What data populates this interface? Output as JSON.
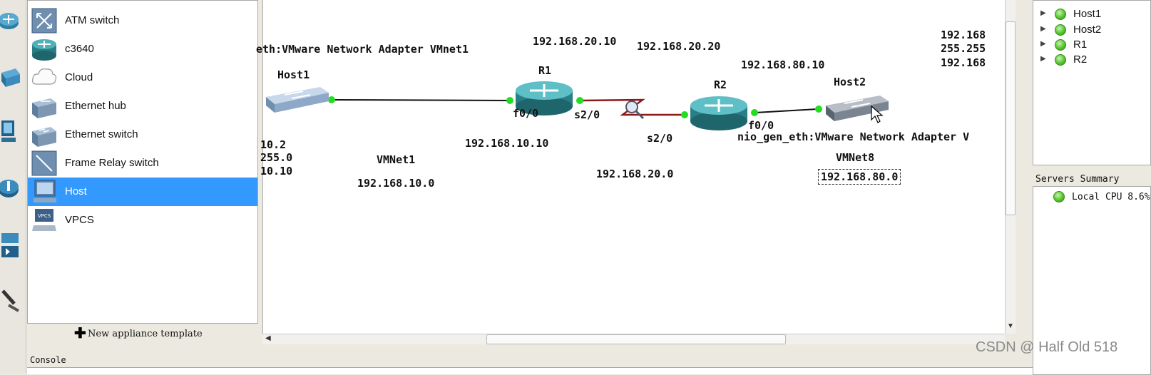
{
  "devices": [
    {
      "label": "ATM switch",
      "icon": "atm-switch-icon"
    },
    {
      "label": "c3640",
      "icon": "router-icon"
    },
    {
      "label": "Cloud",
      "icon": "cloud-icon"
    },
    {
      "label": "Ethernet hub",
      "icon": "ethernet-hub-icon"
    },
    {
      "label": "Ethernet switch",
      "icon": "ethernet-switch-icon"
    },
    {
      "label": "Frame Relay switch",
      "icon": "frame-relay-switch-icon"
    },
    {
      "label": "Host",
      "icon": "host-icon",
      "selected": true
    },
    {
      "label": "VPCS",
      "icon": "vpcs-icon"
    }
  ],
  "vpcs_icon_text": "VPCS",
  "new_template": {
    "label": "New appliance template"
  },
  "console": {
    "label": "Console"
  },
  "canvas": {
    "nodes": {
      "host1": "Host1",
      "r1": "R1",
      "r2": "R2",
      "host2": "Host2"
    },
    "labels": {
      "cloud_left": "eth:VMware Network Adapter VMnet1",
      "r1_s20_ip": "192.168.20.10",
      "r2_s20_ip": "192.168.20.20",
      "r2_f00_ip": "192.168.80.10",
      "r1_f00": "f0/0",
      "r1_s20": "s2/0",
      "r2_s20": "s2/0",
      "r2_f00": "f0/0",
      "nio_gen": "nio_gen_eth:VMware Network Adapter V",
      "host1_ip_frag": "10.2",
      "host1_mask_frag": "255.0",
      "host1_gw_frag": "10.10",
      "vmnet1": "VMNet1",
      "vmnet1_net": "192.168.10.0",
      "r1_f00_ip": "192.168.10.10",
      "net20": "192.168.20.0",
      "vmnet8": "VMNet8",
      "vmnet8_net": "192.168.80.0",
      "host2_ip_frag": "192.168",
      "host2_mask_frag": "255.255",
      "host2_gw_frag": "192.168"
    }
  },
  "topology": {
    "items": [
      "Host1",
      "Host2",
      "R1",
      "R2"
    ]
  },
  "servers": {
    "title": "Servers Summary",
    "local": "Local CPU 8.6%"
  },
  "watermark": "CSDN @ Half Old 518",
  "colors": {
    "selected": "#3399ff",
    "link_ok": "#22dd22",
    "serial_link": "#8b1a1a",
    "router": "#2f8f95"
  }
}
